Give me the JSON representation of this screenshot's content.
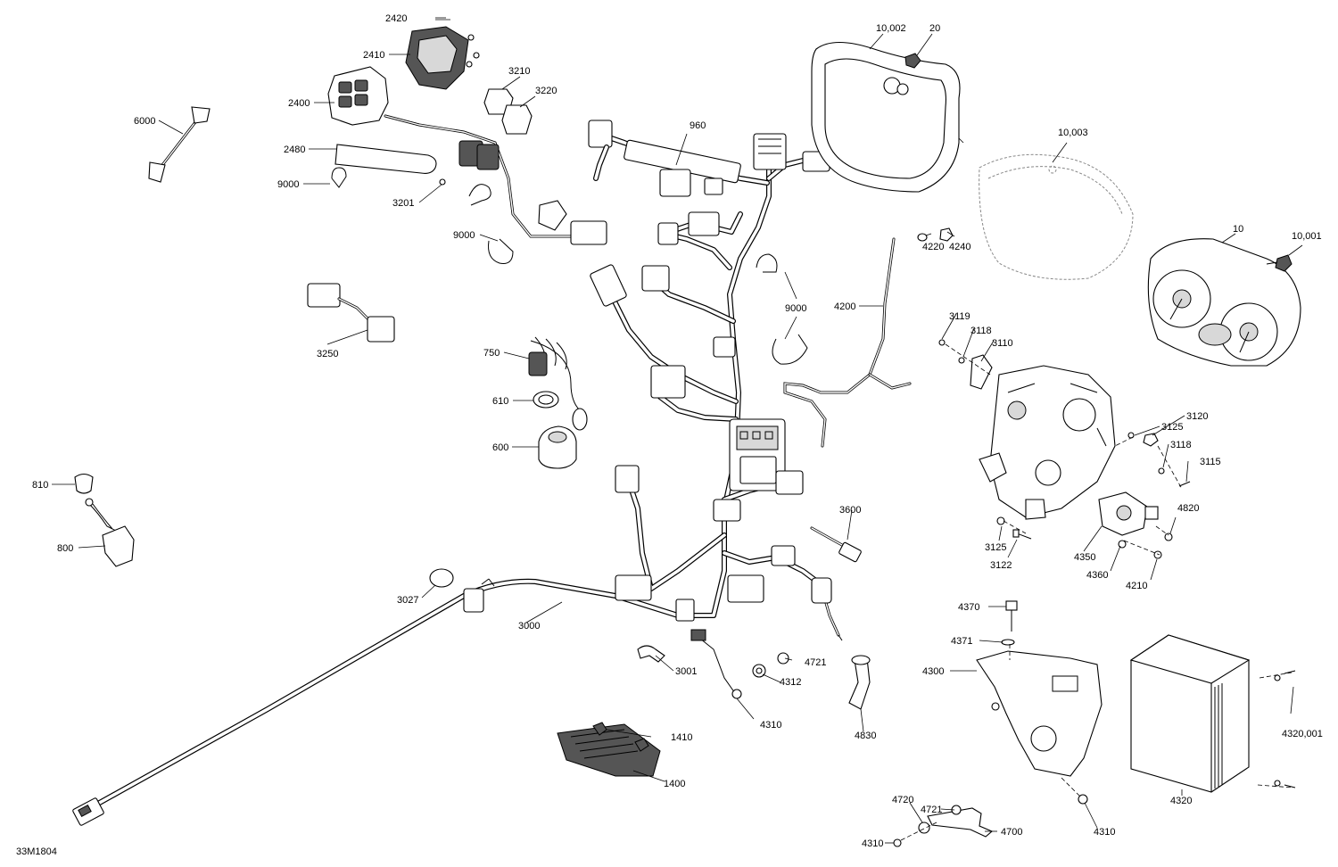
{
  "figure_id": "33M1804",
  "callouts": {
    "c2420": "2420",
    "c2410": "2410",
    "c2400": "2400",
    "c6000": "6000",
    "c2480": "2480",
    "c9000a": "9000",
    "c3201": "3201",
    "c9000b": "9000",
    "c3210": "3210",
    "c3220": "3220",
    "c960": "960",
    "c10002": "10,002",
    "c20": "20",
    "c10003": "10,003",
    "c10": "10",
    "c10001": "10,001",
    "c4220": "4220",
    "c4240": "4240",
    "c4200": "4200",
    "c9000c": "9000",
    "c3250": "3250",
    "c750": "750",
    "c610": "610",
    "c600": "600",
    "c810": "810",
    "c800": "800",
    "c3119": "3119",
    "c3118a": "3118",
    "c3110": "3110",
    "c3125a": "3125",
    "c3120": "3120",
    "c3118b": "3118",
    "c3115": "3115",
    "c3600": "3600",
    "c4820": "4820",
    "c3125b": "3125",
    "c3122": "3122",
    "c4350": "4350",
    "c4360": "4360",
    "c4210": "4210",
    "c3027": "3027",
    "c3000": "3000",
    "c3001": "3001",
    "c4721a": "4721",
    "c4312": "4312",
    "c4310a": "4310",
    "c4830": "4830",
    "c4370": "4370",
    "c4371": "4371",
    "c4300": "4300",
    "c4320001": "4320,001",
    "c1410": "1410",
    "c1400": "1400",
    "c4320": "4320",
    "c4310b": "4310",
    "c4721b": "4721",
    "c4720": "4720",
    "c4310c": "4310",
    "c4700": "4700"
  }
}
